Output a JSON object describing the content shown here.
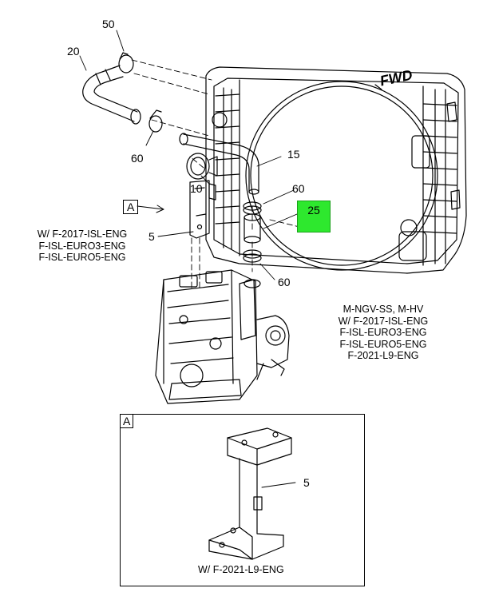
{
  "orientation_label": "FWD",
  "callouts": {
    "c50": "50",
    "c20": "20",
    "c60a": "60",
    "c15": "15",
    "c10": "10",
    "c60b": "60",
    "c25": "25",
    "c5": "5",
    "c60c": "60"
  },
  "view_marker": "A",
  "left_note": [
    "W/ F-2017-ISL-ENG",
    "F-ISL-EURO3-ENG",
    "F-ISL-EURO5-ENG"
  ],
  "right_note": [
    "M-NGV-SS, M-HV",
    "W/ F-2017-ISL-ENG",
    "F-ISL-EURO3-ENG",
    "F-ISL-EURO5-ENG",
    "F-2021-L9-ENG"
  ],
  "detail": {
    "marker": "A",
    "callout": "5",
    "caption": "W/ F-2021-L9-ENG"
  },
  "highlight_color": "#2ee82e"
}
